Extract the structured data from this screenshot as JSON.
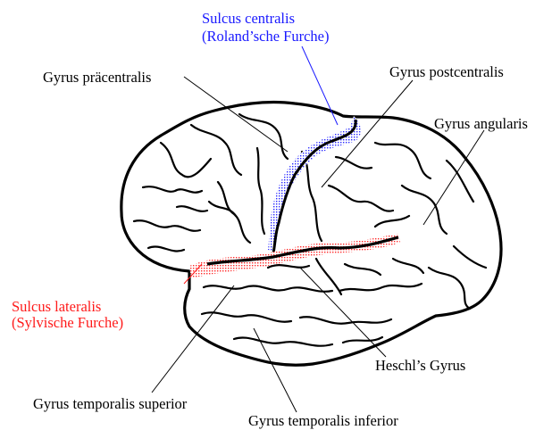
{
  "labels": {
    "sulcus_centralis": "Sulcus centralis",
    "sulcus_centralis_alt": "(Roland’sche Furche)",
    "gyrus_praecentralis": "Gyrus präcentralis",
    "gyrus_postcentralis": "Gyrus postcentralis",
    "gyrus_angularis": "Gyrus angularis",
    "sulcus_lateralis": "Sulcus lateralis",
    "sulcus_lateralis_alt": "(Sylvische Furche)",
    "heschl": "Heschl’s Gyrus",
    "temporalis_superior": "Gyrus temporalis superior",
    "temporalis_inferior": "Gyrus temporalis inferior"
  },
  "colors": {
    "central_sulcus": "#1a1aff",
    "lateral_sulcus": "#ff1a1a",
    "outline": "#000000"
  }
}
